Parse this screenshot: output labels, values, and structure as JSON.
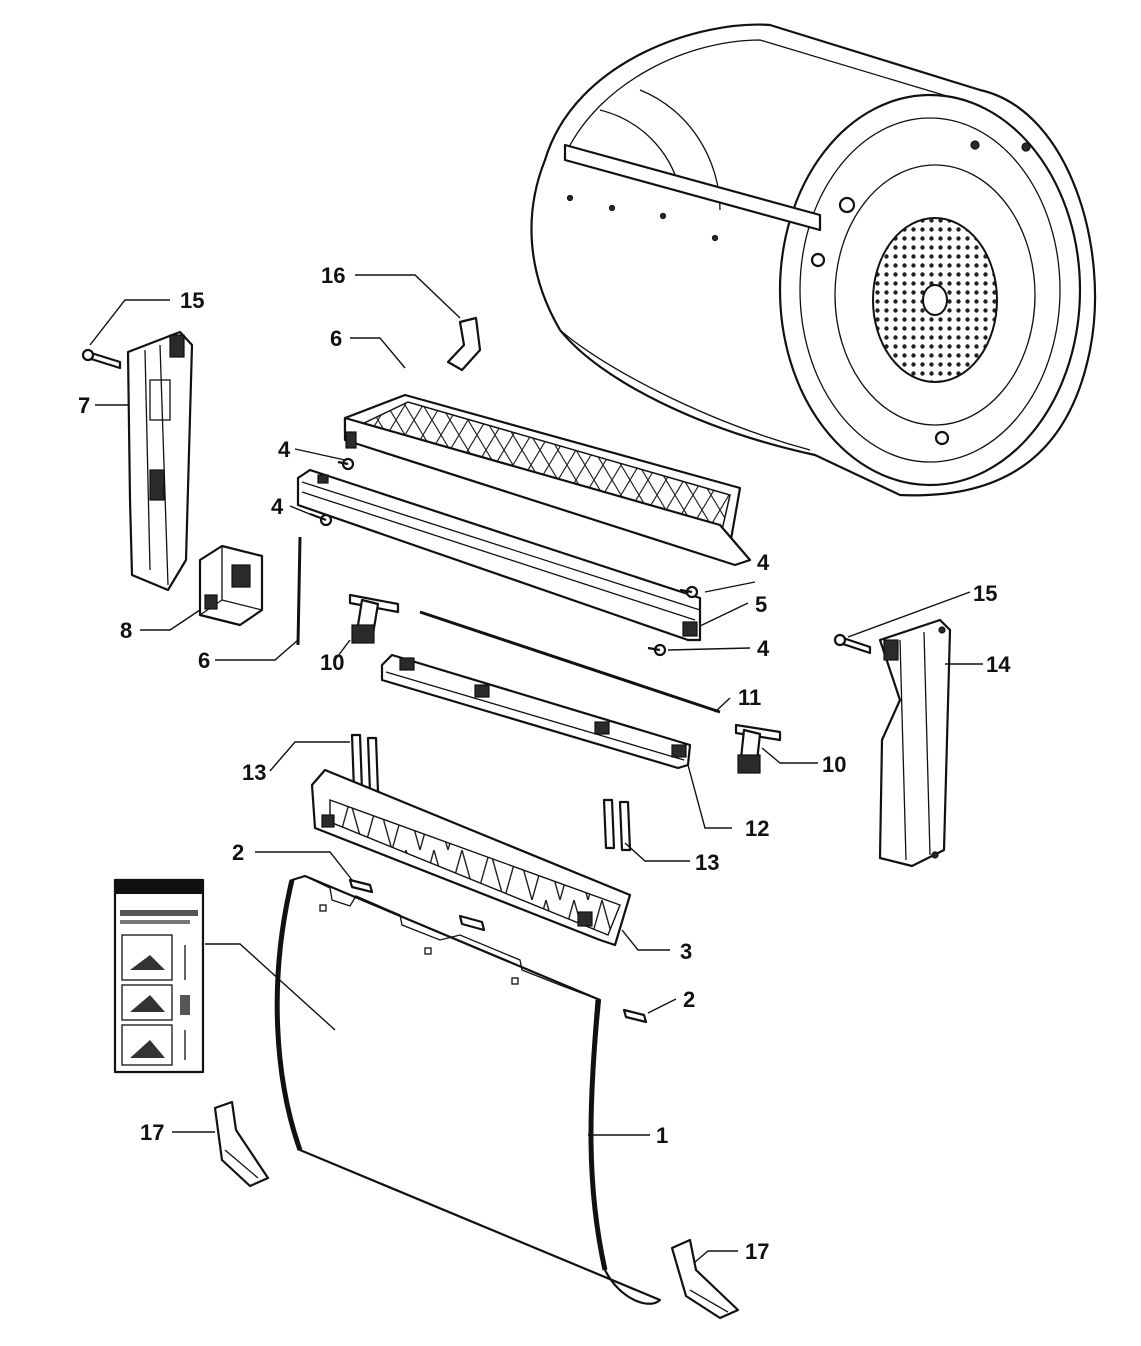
{
  "diagram": {
    "callouts": {
      "c1": "1",
      "c2a": "2",
      "c2b": "2",
      "c3": "3",
      "c4a": "4",
      "c4b": "4",
      "c4c": "4",
      "c4d": "4",
      "c5": "5",
      "c6a": "6",
      "c6b": "6",
      "c7": "7",
      "c8": "8",
      "c10a": "10",
      "c10b": "10",
      "c11": "11",
      "c12": "12",
      "c13a": "13",
      "c13b": "13",
      "c14": "14",
      "c15a": "15",
      "c15b": "15",
      "c16": "16",
      "c17a": "17",
      "c17b": "17"
    }
  }
}
